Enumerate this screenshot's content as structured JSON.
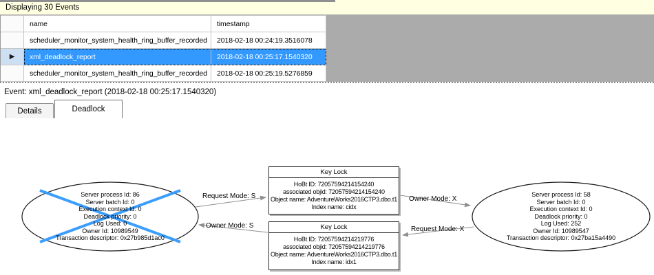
{
  "info_bar": {
    "text": "Displaying 30 Events"
  },
  "grid": {
    "columns": {
      "name": "name",
      "timestamp": "timestamp"
    },
    "rows": [
      {
        "name": "scheduler_monitor_system_health_ring_buffer_recorded",
        "timestamp": "2018-02-18 00:24:19.3516078"
      },
      {
        "name": "xml_deadlock_report",
        "timestamp": "2018-02-18 00:25:17.1540320"
      },
      {
        "name": "scheduler_monitor_system_health_ring_buffer_recorded",
        "timestamp": "2018-02-18 00:25:19.5276859"
      }
    ],
    "selected_row_index": 1
  },
  "icons": {
    "current_row_indicator": "▶"
  },
  "event_bar": {
    "text": "Event: xml_deadlock_report (2018-02-18 00:25:17.1540320)"
  },
  "tabs": {
    "details": "Details",
    "deadlock": "Deadlock"
  },
  "deadlock_graph": {
    "processes": [
      {
        "victim": true,
        "lines": [
          "Server process Id: 86",
          "Server batch Id: 0",
          "Execution context Id: 0",
          "Deadlock priority: 0",
          "Log Used: 0",
          "Owner Id: 10989549",
          "Transaction descriptor: 0x27b985d1ac0"
        ]
      },
      {
        "victim": false,
        "lines": [
          "Server process Id: 58",
          "Server batch Id: 0",
          "Execution context Id: 0",
          "Deadlock priority: 0",
          "Log Used: 252",
          "Owner Id: 10989547",
          "Transaction descriptor: 0x27ba15a4490"
        ]
      }
    ],
    "resources": [
      {
        "title": "Key Lock",
        "lines": [
          "HoBt ID: 72057594214154240",
          "associated objid: 72057594214154240",
          "Object name: AdventureWorks2016CTP3.dbo.t1",
          "Index name: cidx"
        ]
      },
      {
        "title": "Key Lock",
        "lines": [
          "HoBt ID: 72057594214219776",
          "associated objid: 72057594214219776",
          "Object name: AdventureWorks2016CTP3.dbo.t1",
          "Index name: idx1"
        ]
      }
    ],
    "edges": [
      {
        "label": "Request Mode: S"
      },
      {
        "label": "Owner Mode: S"
      },
      {
        "label": "Owner Mode: X"
      },
      {
        "label": "Request Mode: X"
      }
    ]
  },
  "colors": {
    "selection_blue": "#3399FF",
    "info_bar_bg": "#FFFFE1",
    "empty_area_gray": "#ABABAB",
    "victim_cross_blue": "#3B9EFF",
    "edge_gray": "#8f8f8f"
  }
}
